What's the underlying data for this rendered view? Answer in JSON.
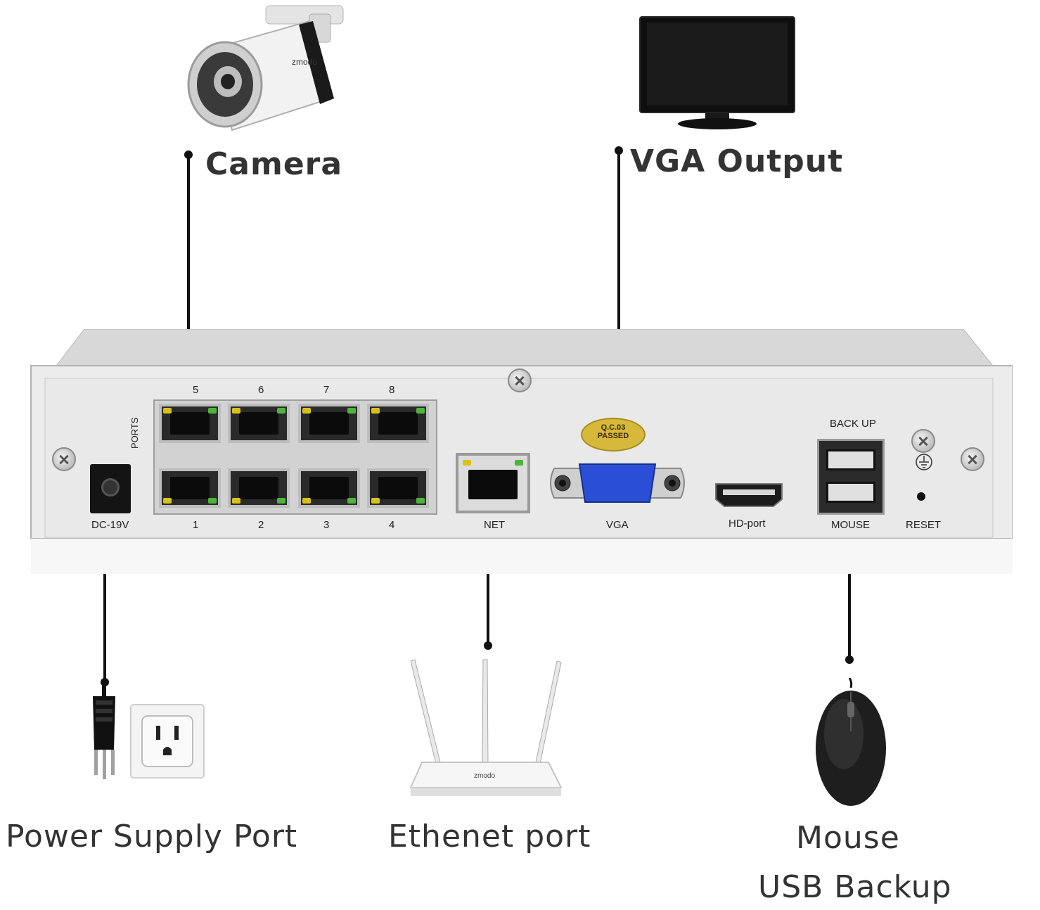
{
  "callouts": {
    "camera": "Camera",
    "vga_output": "VGA Output",
    "power_supply": "Power Supply Port",
    "ethernet": "Ethenet port",
    "mouse_line1": "Mouse",
    "mouse_line2": "USB Backup"
  },
  "panel": {
    "ports_vertical": "PORTS",
    "top_port_numbers": [
      "5",
      "6",
      "7",
      "8"
    ],
    "bottom_port_numbers": [
      "1",
      "2",
      "3",
      "4"
    ],
    "dc": "DC-19V",
    "net": "NET",
    "vga": "VGA",
    "hd": "HD-port",
    "backup": "BACK UP",
    "mouse": "MOUSE",
    "reset": "RESET",
    "qc_line1": "Q.C.03",
    "qc_line2": "PASSED"
  },
  "brand": {
    "camera_logo": "zmodo",
    "router_logo": "zmodo"
  },
  "icons": {
    "camera": "bullet-camera-icon",
    "monitor": "monitor-icon",
    "power": "power-plug-outlet-icon",
    "router": "wifi-router-icon",
    "mouse": "mouse-icon",
    "ground": "ground-symbol-icon"
  },
  "colors": {
    "text": "#333333",
    "chassis": "#e6e6e6",
    "led_yellow": "#d8c21a",
    "led_green": "#4db63a",
    "vga_blue": "#2a4fd6"
  }
}
